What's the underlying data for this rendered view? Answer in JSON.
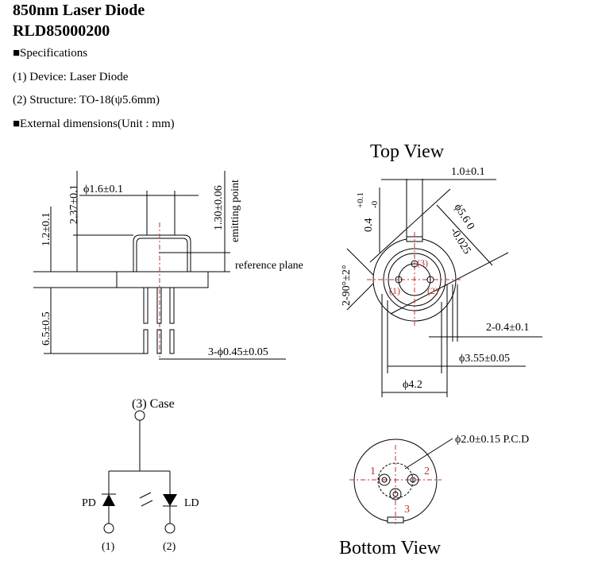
{
  "header": {
    "title": "850nm Laser Diode",
    "model": "RLD85000200"
  },
  "specs": {
    "heading": "■Specifications",
    "device": "(1) Device: Laser Diode",
    "structure": "(2) Structure: TO-18(ψ5.6mm)",
    "dims_heading": "■External dimensions(Unit : mm)"
  },
  "side_view": {
    "d_window": "ϕ1.6±0.1",
    "h_total": "2.37±0.1",
    "h_cap": "1.2±0.1",
    "emit": "1.30±0.06",
    "emit_label": "emitting point",
    "ref_plane": "reference plane",
    "lead_len": "6.5±0.5",
    "lead_dia": "3-ϕ0.45±0.05"
  },
  "top_view": {
    "title": "Top View",
    "notch_w": "1.0±0.1",
    "notch_d": "0.4",
    "notch_tol_plus": "+0.1",
    "notch_tol_minus": "-0",
    "dia": "ϕ5.6 0",
    "dia_tol": "-0.025",
    "angle": "2-90°±2°",
    "pin1": "(1)",
    "pin2": "(2)",
    "pin3": "(3)",
    "tab": "2-0.4±0.1",
    "d355": "ϕ3.55±0.05",
    "d42": "ϕ4.2"
  },
  "circuit": {
    "case": "(3)  Case",
    "pd": "PD",
    "ld": "LD",
    "pin1": "(1)",
    "pin2": "(2)"
  },
  "bottom_view": {
    "title": "Bottom View",
    "pcd": "ϕ2.0±0.15 P.C.D",
    "p1": "1",
    "p2": "2",
    "p3": "3"
  }
}
